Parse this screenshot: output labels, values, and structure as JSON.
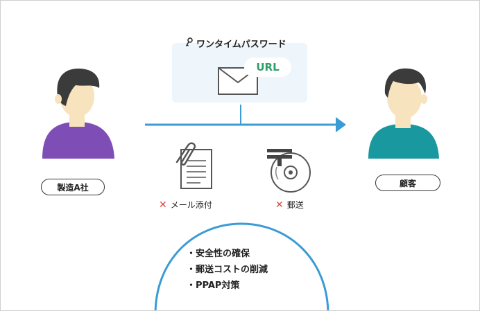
{
  "otp": {
    "title": "ワンタイムパスワード",
    "url_label": "URL"
  },
  "sender": {
    "label": "製造A社"
  },
  "receiver": {
    "label": "顧客"
  },
  "rejected": [
    {
      "label": "メール添付"
    },
    {
      "label": "郵送"
    }
  ],
  "benefits": [
    "・安全性の確保",
    "・郵送コストの削減",
    "・PPAP対策"
  ],
  "colors": {
    "arrow": "#3a9bd5",
    "sender_shirt": "#7e4db6",
    "receiver_shirt": "#1a98a0",
    "skin": "#f7e3bd",
    "hair": "#3b3b3b",
    "cross": "#e0443e",
    "url_text": "#2e9e6a",
    "panel_bg": "#eef5fb"
  },
  "icons": [
    "key-icon",
    "envelope-icon",
    "document-clip-icon",
    "stamp-disc-icon",
    "cross-icon"
  ]
}
